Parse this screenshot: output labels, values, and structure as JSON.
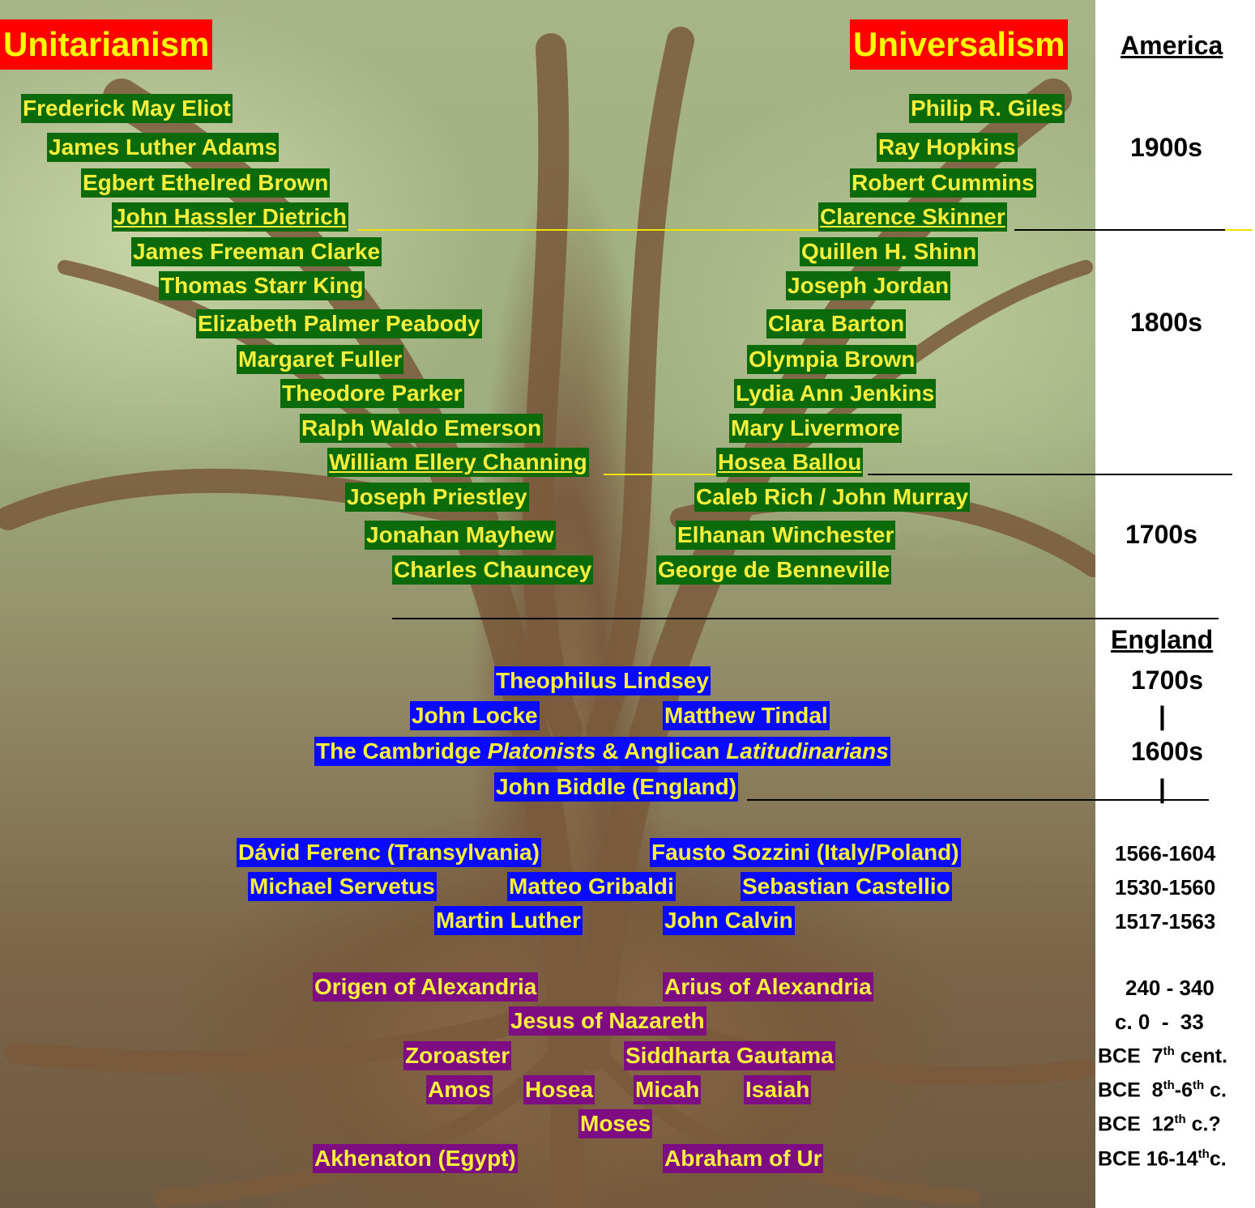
{
  "titles": {
    "left": "Unitarianism",
    "right": "Universalism"
  },
  "sections": {
    "america": "America",
    "england": "England"
  },
  "unitarians": [
    "Frederick May Eliot",
    "James Luther Adams",
    "Egbert Ethelred Brown",
    "John Hassler Dietrich",
    "James Freeman Clarke",
    "Thomas Starr King",
    "Elizabeth Palmer Peabody",
    "Margaret Fuller",
    "Theodore Parker",
    "Ralph Waldo Emerson",
    "William Ellery Channing",
    "Joseph Priestley",
    "Jonahan Mayhew",
    "Charles Chauncey"
  ],
  "universalists": [
    "Philip R. Giles",
    "Ray Hopkins",
    "Robert Cummins",
    "Clarence Skinner",
    "Quillen H. Shinn",
    "Joseph Jordan",
    "Clara Barton",
    "Olympia Brown",
    "Lydia Ann Jenkins",
    "Mary Livermore",
    "Hosea Ballou",
    "Caleb Rich / John Murray",
    "Elhanan Winchester",
    "George de Benneville"
  ],
  "england": [
    "Theophilus Lindsey",
    "John Locke",
    "Matthew Tindal",
    "The Cambridge ",
    "Platonists",
    " & Anglican ",
    "Latitudinarians",
    "John Biddle (England)"
  ],
  "reformation": [
    "Dávid Ferenc (Transylvania)",
    "Fausto Sozzini (Italy/Poland)",
    "Michael Servetus",
    "Matteo Gribaldi",
    "Sebastian Castellio",
    "Martin Luther",
    "John Calvin"
  ],
  "ancient": [
    "Origen of Alexandria",
    "Arius of Alexandria",
    "Jesus of Nazareth",
    "Zoroaster",
    "Siddharta Gautama",
    "Amos",
    "Hosea",
    "Micah",
    "Isaiah",
    "Moses",
    "Akhenaton (Egypt)",
    "Abraham of Ur"
  ],
  "eras": {
    "e1900": "1900s",
    "e1800": "1800s",
    "e1700": "1700s",
    "eng1700": "1700s",
    "bar1": "|",
    "eng1600": "1600s",
    "bar2": "|",
    "r1": "1566-1604",
    "r2": "1530-1560",
    "r3": "1517-1563",
    "a1": "240 - 340",
    "a2": "c. 0  -  33",
    "b1a": "BCE  7",
    "b1s": "th",
    "b1b": " cent.",
    "b2a": "BCE  8",
    "b2s": "th",
    "b2m": "-6",
    "b2s2": "th",
    "b2b": " c.",
    "b3a": "BCE  12",
    "b3s": "th",
    "b3b": " c.?",
    "b4a": "BCE 16-14",
    "b4s": "th",
    "b4b": "c."
  },
  "colors": {
    "unitarian_bg": "#0b6b0b",
    "england_bg": "#0a0aff",
    "ancient_bg": "#7e0d83",
    "label_text": "#f7ef3c",
    "title_bg": "#ff0000",
    "title_text": "#ffff00"
  }
}
